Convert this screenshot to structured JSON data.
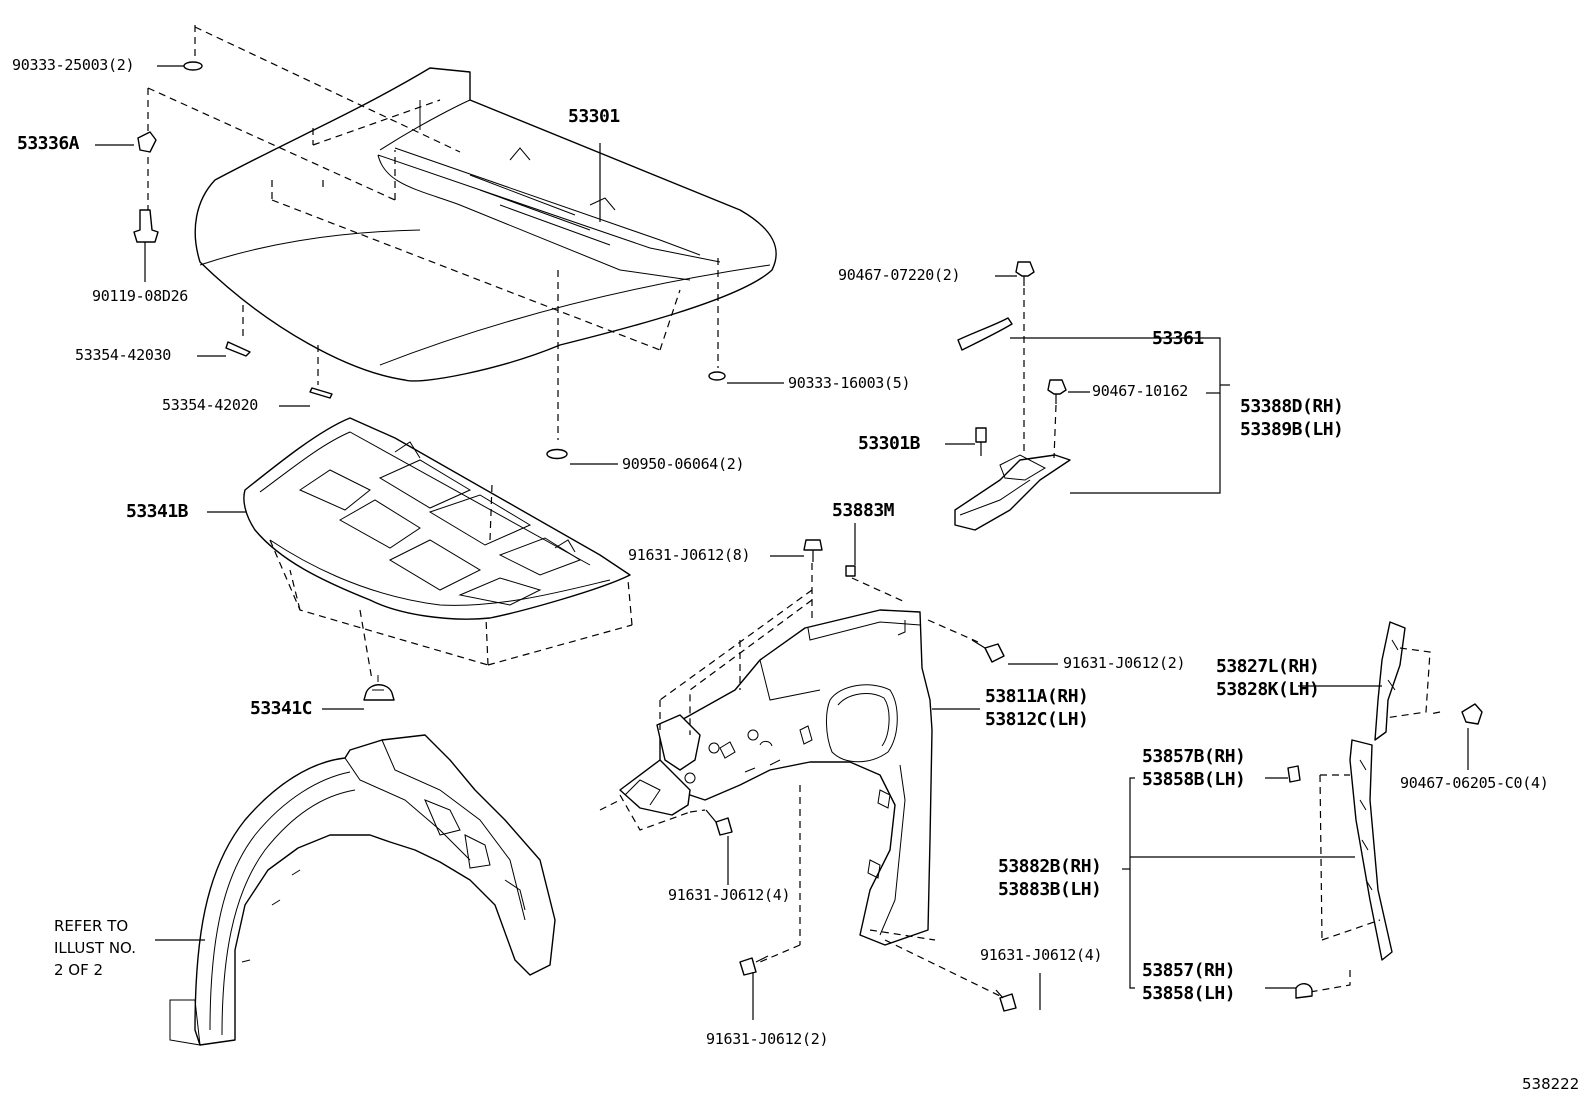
{
  "labels": {
    "l_90333_25003": "90333-25003(2)",
    "l_53336A": "53336A",
    "l_90119_08D26": "90119-08D26",
    "l_53301": "53301",
    "l_53354_42030": "53354-42030",
    "l_53354_42020": "53354-42020",
    "l_90333_16003": "90333-16003(5)",
    "l_90950_06064": "90950-06064(2)",
    "l_53341B": "53341B",
    "l_53341C": "53341C",
    "l_90467_07220": "90467-07220(2)",
    "l_53361": "53361",
    "l_90467_10162": "90467-10162",
    "l_53388D": "53388D(RH)",
    "l_53389B": "53389B(LH)",
    "l_53301B": "53301B",
    "l_53883M": "53883M",
    "l_91631_J0612_8": "91631-J0612(8)",
    "l_91631_J0612_2a": "91631-J0612(2)",
    "l_53811A": "53811A(RH)",
    "l_53812C": "53812C(LH)",
    "l_53827L": "53827L(RH)",
    "l_53828K": "53828K(LH)",
    "l_90467_06205": "90467-06205-C0(4)",
    "l_53857B": "53857B(RH)",
    "l_53858B": "53858B(LH)",
    "l_53882B": "53882B(RH)",
    "l_53883B": "53883B(LH)",
    "l_91631_J0612_4a": "91631-J0612(4)",
    "l_91631_J0612_4b": "91631-J0612(4)",
    "l_91631_J0612_2b": "91631-J0612(2)",
    "l_53857": "53857(RH)",
    "l_53858": "53858(LH)",
    "refer_line1": "REFER TO",
    "refer_line2": "ILLUST NO.",
    "refer_line3": "2 OF 2",
    "diagram_code": "538222"
  }
}
